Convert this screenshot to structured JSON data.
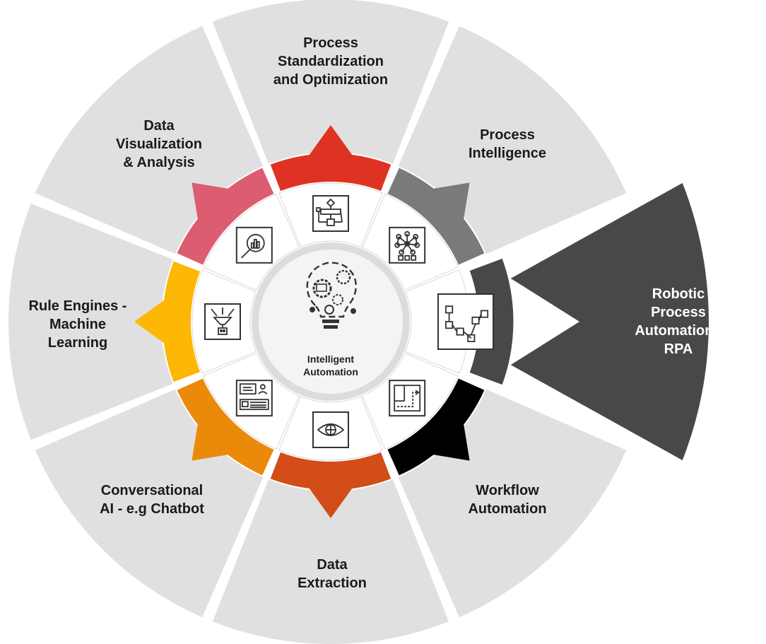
{
  "center": {
    "label": "Intelligent\nAutomation",
    "icon": "lightbulb-gears-icon"
  },
  "segments": [
    {
      "id": "process-standardization",
      "label": "Process\nStandardization\nand Optimization",
      "arc_color": "#DE3322",
      "icon": "flowchart-icon",
      "highlight": false
    },
    {
      "id": "process-intelligence",
      "label": "Process\nIntelligence",
      "arc_color": "#7A7A7A",
      "icon": "neural-network-icon",
      "highlight": false
    },
    {
      "id": "rpa",
      "label": "Robotic Process\nAutomation -\nRPA",
      "arc_color": "#484848",
      "icon": "process-graph-icon",
      "highlight": true
    },
    {
      "id": "workflow-automation",
      "label": "Workflow\nAutomation",
      "arc_color": "#000000",
      "icon": "workflow-path-icon",
      "highlight": false
    },
    {
      "id": "data-extraction",
      "label": "Data\nExtraction",
      "arc_color": "#D24D17",
      "icon": "eye-scan-icon",
      "highlight": false
    },
    {
      "id": "conversational-ai",
      "label": "Conversational\nAI - e.g Chatbot",
      "arc_color": "#EB8A0A",
      "icon": "chatbot-icon",
      "highlight": false
    },
    {
      "id": "rule-engines",
      "label": "Rule Engines -\nMachine\nLearning",
      "arc_color": "#FDB705",
      "icon": "filter-funnel-icon",
      "highlight": false
    },
    {
      "id": "data-visualization",
      "label": "Data\nVisualization\n& Analysis",
      "arc_color": "#DC5C72",
      "icon": "chart-magnifier-icon",
      "highlight": false
    }
  ],
  "colors": {
    "outer_segment": "#E0E0E0",
    "highlight_segment": "#484848",
    "icon_ring": "#FFFFFF",
    "center_disc": "#F4F4F4"
  }
}
